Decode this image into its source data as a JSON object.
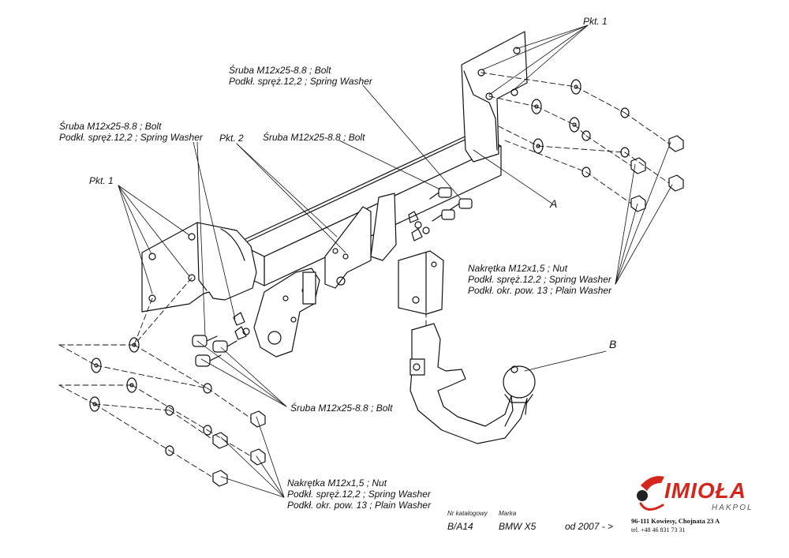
{
  "labels": {
    "pkt1_right": "Pkt. 1",
    "pkt1_left": "Pkt. 1",
    "pkt2": "Pkt. 2",
    "a": "A",
    "b": "B",
    "top_bolt_line1": "Śruba M12x25-8.8 ;  Bolt",
    "top_bolt_line2": "Podkł. spręż.12,2 ; Spring Washer",
    "left_bolt_line1": "Śruba M12x25-8.8 ;  Bolt",
    "left_bolt_line2": "Podkł. spręż.12,2 ; Spring Washer",
    "mid_bolt": "Śruba M12x25-8.8 ;  Bolt",
    "bottom_bolt": "Śruba M12x25-8.8 ;  Bolt",
    "right_nut_line1": "Nakrętka  M12x1,5 ; Nut",
    "right_nut_line2": "Podkł. spręż.12,2 ; Spring Washer",
    "right_nut_line3": "Podkł. okr. pow. 13 ; Plain Washer",
    "bottom_nut_line1": "Nakrętka  M12x1,5 ; Nut",
    "bottom_nut_line2": "Podkł. spręż.12,2 ; Spring Washer",
    "bottom_nut_line3": "Podkł. okr. pow. 13 ; Plain Washer"
  },
  "catalog": {
    "catalog_number_caption": "Nr katalogowy",
    "brand_caption": "Marka",
    "catalog_number": "B/A14",
    "brand": "BMW X5",
    "since": "od  2007 - >"
  },
  "logo": {
    "name": "IMIOŁA",
    "sub": "HAKPOL",
    "address": "96-111 Kowiesy, Chojnata 23 A",
    "phone": "tel. +48 46 831 73 31",
    "accent_color": "#d4261c",
    "icon": "tow-hook-logo-icon"
  }
}
